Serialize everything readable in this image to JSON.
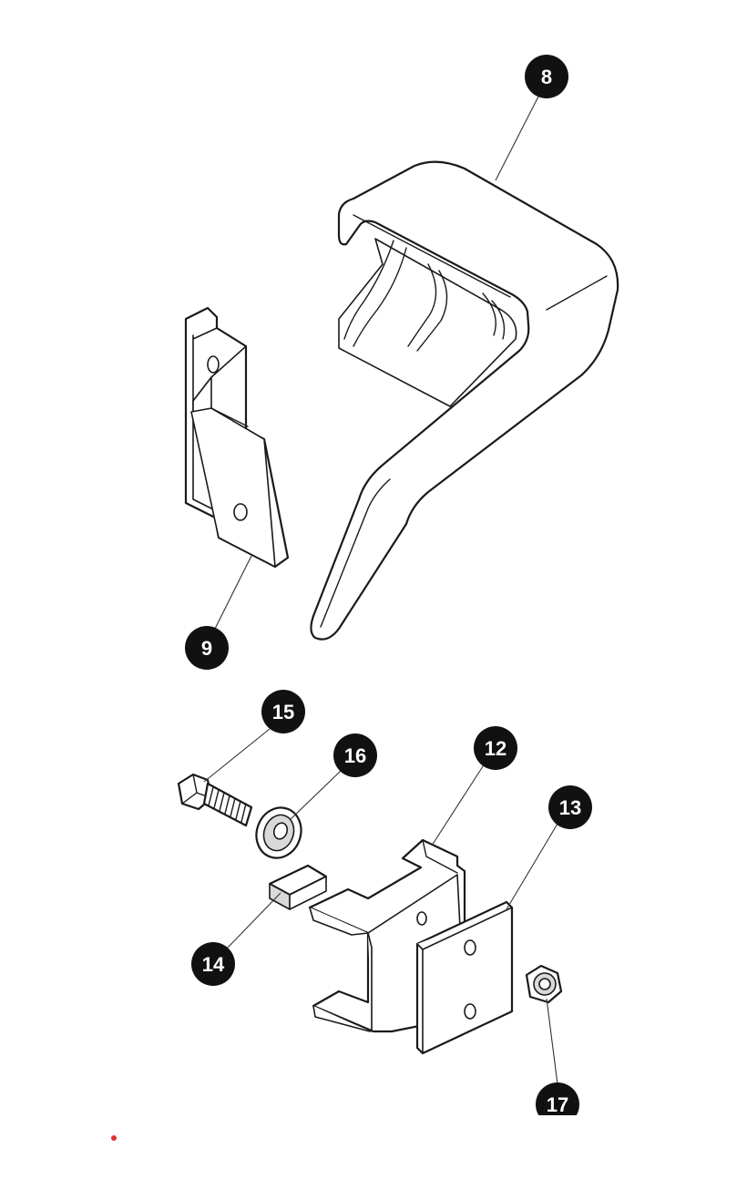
{
  "callouts": {
    "c8": "8",
    "c9": "9",
    "c12": "12",
    "c13": "13",
    "c14": "14",
    "c15": "15",
    "c16": "16",
    "c17": "17"
  },
  "colors": {
    "line": "#1a1a1a",
    "callout_fill": "#111111",
    "callout_text": "#ffffff",
    "marker": "#e03131"
  }
}
